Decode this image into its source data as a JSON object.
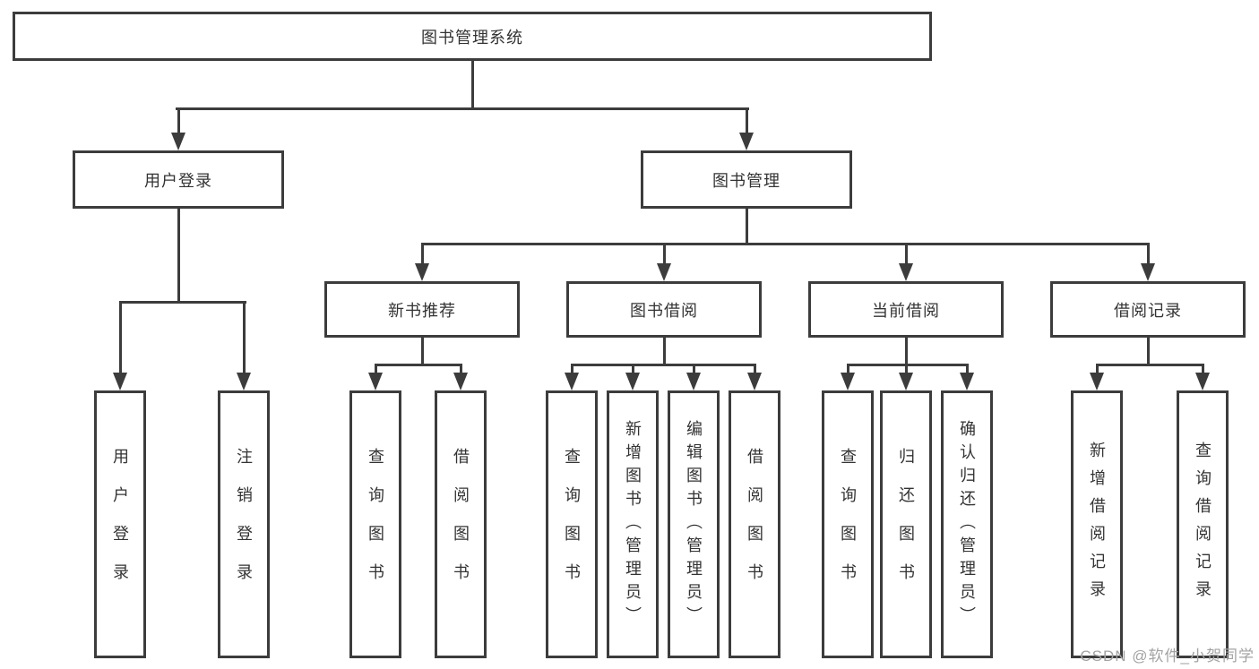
{
  "title": "图书管理系统",
  "level2": {
    "user_login": "用户登录",
    "book_mgmt": "图书管理"
  },
  "level3": {
    "new_books": "新书推荐",
    "borrowing": "图书借阅",
    "current": "当前借阅",
    "records": "借阅记录"
  },
  "leaves": {
    "user_login": [
      "用户登录",
      "注销登录"
    ],
    "new_books": [
      "查询图书",
      "借阅图书"
    ],
    "borrowing": [
      "查询图书",
      "新增图书（管理员）",
      "编辑图书（管理员）",
      "借阅图书"
    ],
    "current": [
      "查询图书",
      "归还图书",
      "确认归还（管理员）"
    ],
    "records": [
      "新增借阅记录",
      "查询借阅记录"
    ]
  },
  "watermark": "CSDN @软件_小贺同学",
  "colors": {
    "line": "#3c3c3c",
    "text": "#333333",
    "background": "#ffffff",
    "watermark": "#a3a3a3"
  }
}
